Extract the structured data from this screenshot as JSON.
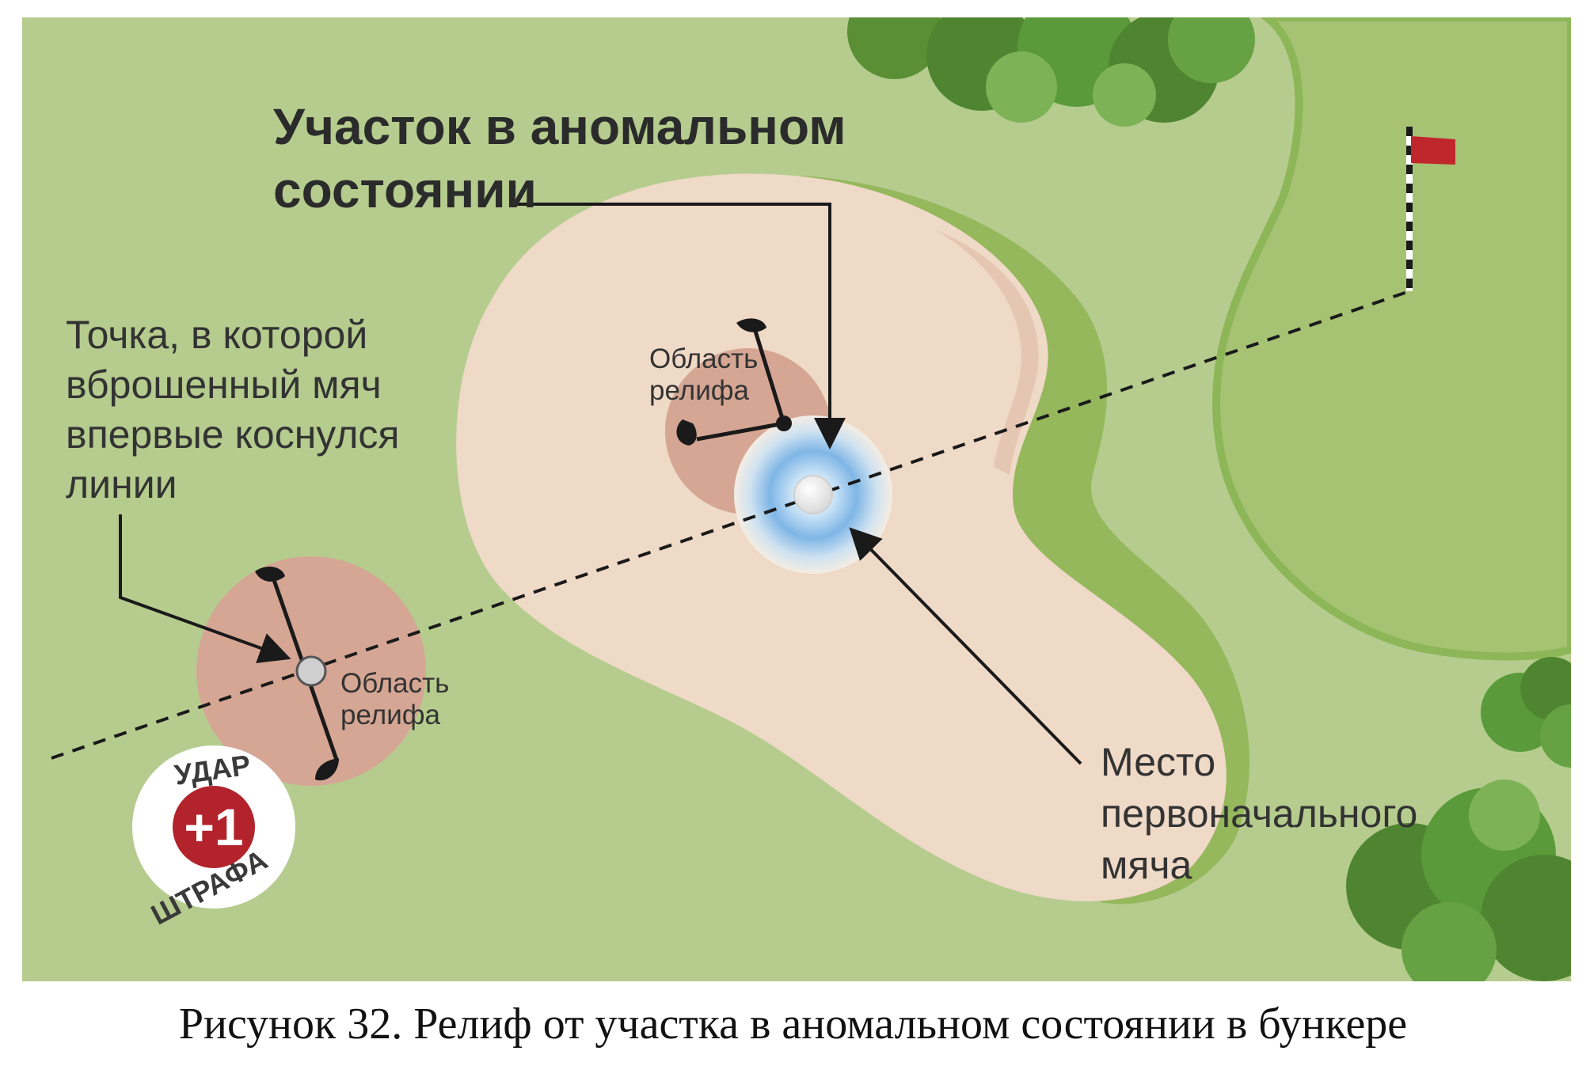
{
  "diagram": {
    "abnormal_area_label": [
      "Участок в аномальном",
      "состоянии"
    ],
    "drop_point_label": [
      "Точка, в которой",
      "вброшенный мяч",
      "впервые коснулся",
      "линии"
    ],
    "relief_area_left": [
      "Область",
      "релифа"
    ],
    "relief_area_right": [
      "Область",
      "релифа"
    ],
    "original_ball_label": [
      "Место",
      "первоначального",
      "мяча"
    ],
    "penalty_badge": {
      "top": "УДАР",
      "number": "+1",
      "bottom": "ШТРАФА"
    }
  },
  "caption": "Рисунок 32. Релиф от участка в аномальном состоянии в бункере",
  "colors": {
    "fairway": "#b5cc8e",
    "rough_edge": "#95b85c",
    "green": "#a6c374",
    "sand": "#efd9c7",
    "relief_area": "#d5a694",
    "flag": "#c0272d",
    "penalty_red": "#b3232b",
    "ground_under_repair": "#7fb6e6"
  }
}
